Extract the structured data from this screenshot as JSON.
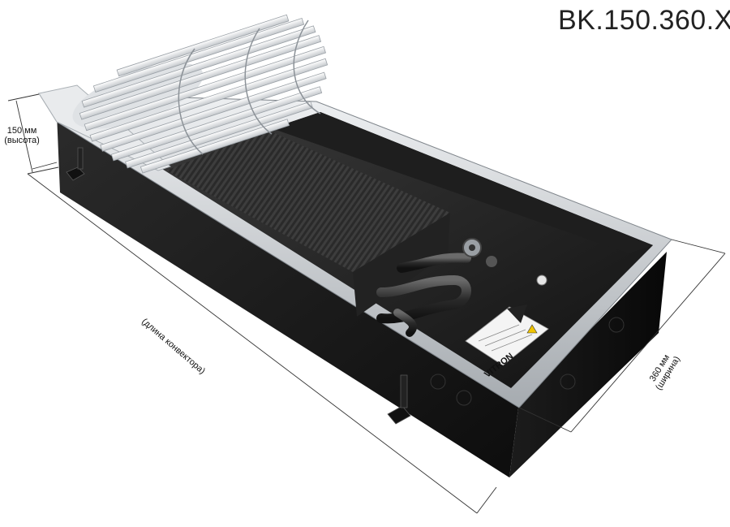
{
  "model_code": "BK.150.360.X",
  "brand_logo_text": "VITRON",
  "dimensions": {
    "height_value": "150 мм",
    "height_caption": "(высота)",
    "length_caption": "(длина конвектора)",
    "width_value": "360 мм",
    "width_caption": "(ширина)"
  },
  "colors": {
    "housing": "#1a1a1a",
    "frame": "#c9cdd1",
    "grille": "#e8eaec",
    "heat_exchanger": "#2e2e2e"
  }
}
